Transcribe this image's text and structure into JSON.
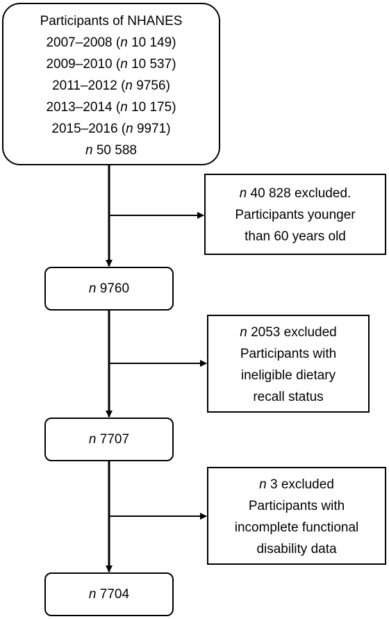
{
  "top_box": {
    "title": "Participants of NHANES",
    "cycles": [
      {
        "years": "2007–2008",
        "n": "10 149"
      },
      {
        "years": "2009–2010",
        "n": "10 537"
      },
      {
        "years": "2011–2012",
        "n": "9756"
      },
      {
        "years": "2013–2014",
        "n": "10 175"
      },
      {
        "years": "2015–2016",
        "n": "9971"
      }
    ],
    "total": "50 588"
  },
  "exclusions": [
    {
      "n": "40 828",
      "lines": [
        "excluded.",
        "Participants younger",
        "than 60 years old"
      ]
    },
    {
      "n": "2053",
      "lines": [
        "excluded",
        "Participants with",
        "ineligible dietary",
        "recall status"
      ]
    },
    {
      "n": "3",
      "lines": [
        "excluded",
        "Participants with",
        "incomplete functional",
        "disability data"
      ]
    }
  ],
  "steps": [
    {
      "n": "9760"
    },
    {
      "n": "7707"
    },
    {
      "n": "7704"
    }
  ],
  "n_symbol": "n"
}
